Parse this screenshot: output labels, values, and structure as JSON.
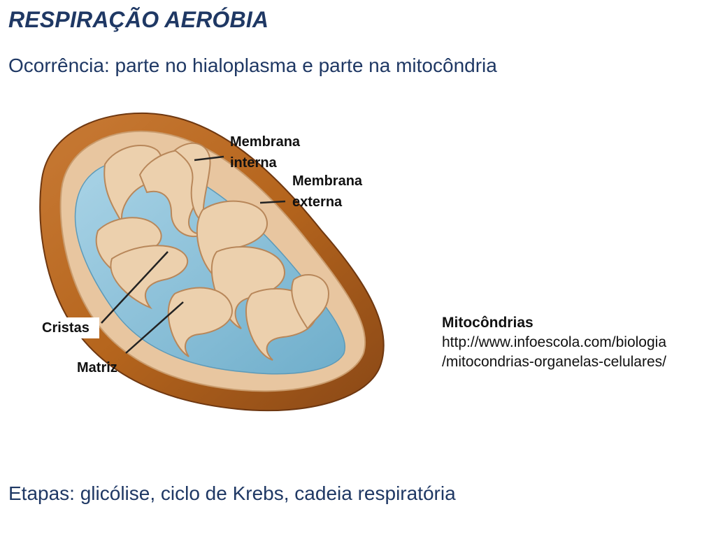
{
  "slide": {
    "title": "RESPIRAÇÃO AERÓBIA",
    "subtitle": "Ocorrência: parte no hialoplasma e parte na mitocôndria",
    "footer": "Etapas: glicólise, ciclo de Krebs, cadeia respiratória"
  },
  "diagram": {
    "labels": {
      "membrana_interna": [
        "Membrana",
        "interna"
      ],
      "membrana_externa": [
        "Membrana",
        "externa"
      ],
      "cristas": "Cristas",
      "matriz": "Matriz"
    },
    "colors": {
      "outer_membrane": "#b5651d",
      "outer_membrane_dark": "#7a3f12",
      "inner_membrane": "#e8c6a0",
      "matrix": "#8ec3dc"
    }
  },
  "source": {
    "title": "Mitocôndrias",
    "url_line1": "http://www.infoescola.com/biologia",
    "url_line2": "/mitocondrias-organelas-celulares/"
  }
}
